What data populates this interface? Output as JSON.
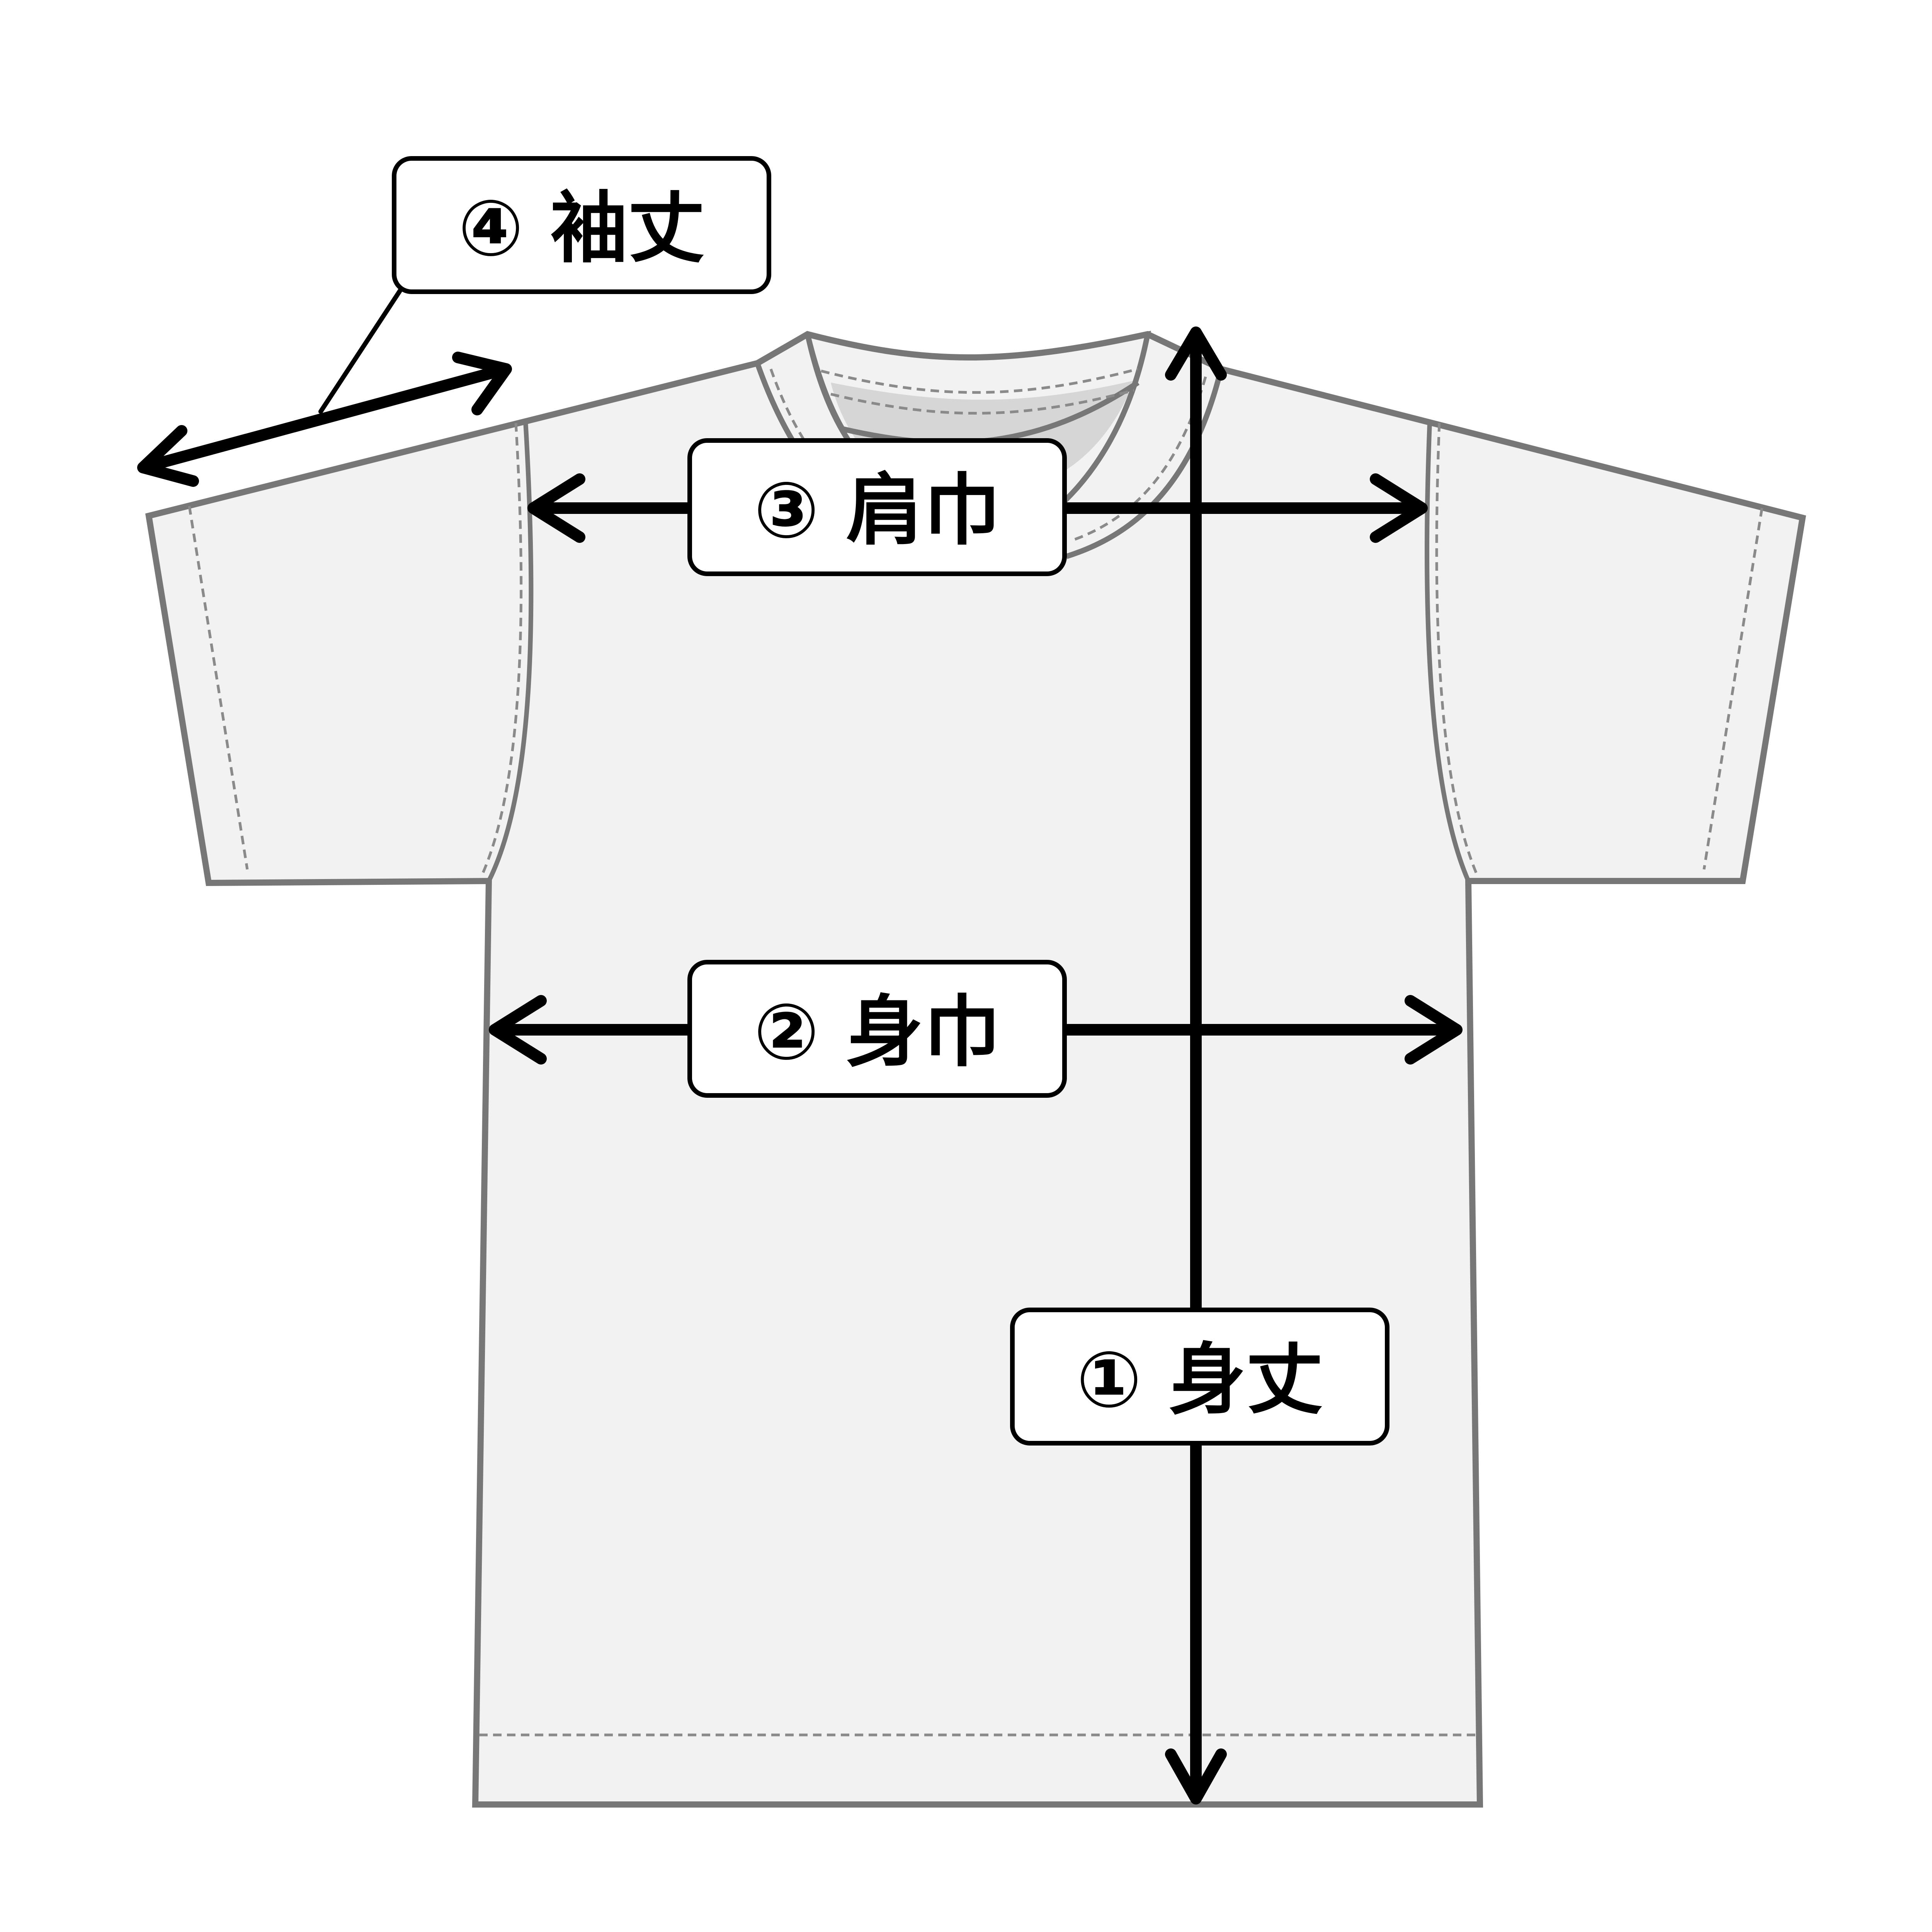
{
  "colors": {
    "background": "#ffffff",
    "shirt_fill": "#f2f2f2",
    "collar_inner_fill": "#d6d6d6",
    "outline": "#777777",
    "stitch": "#8a8a8a",
    "arrow": "#000000",
    "label_bg": "#ffffff",
    "label_border": "#000000"
  },
  "labels": {
    "body_length": "① 身丈",
    "body_width": "② 身巾",
    "shoulder_width": "③ 肩巾",
    "sleeve_length": "④ 袖丈"
  }
}
